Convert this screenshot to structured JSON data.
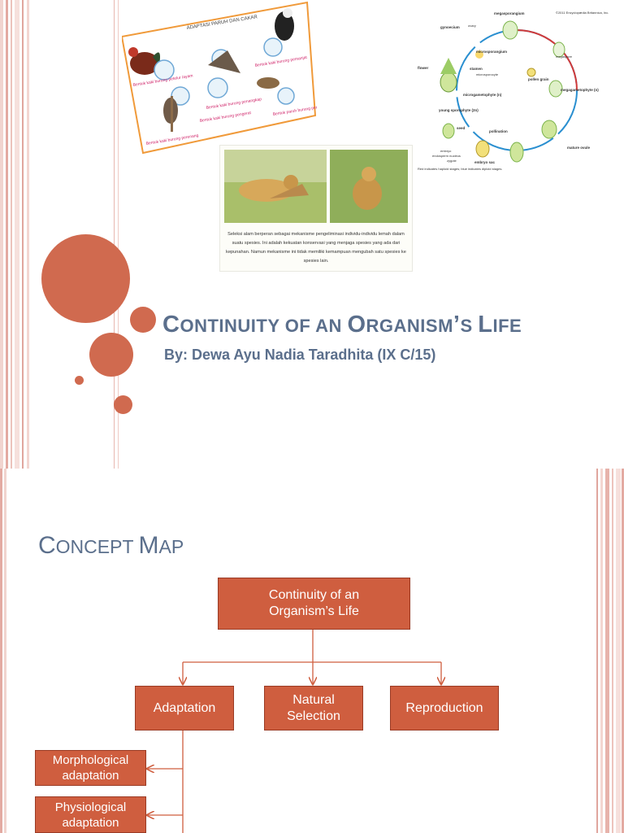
{
  "slide1": {
    "title_parts": [
      "C",
      "ONTINUITY OF AN ",
      "O",
      "RGANISM",
      "’",
      "S ",
      "L",
      "IFE"
    ],
    "subtitle": "By: Dewa Ayu Nadia Taradhita (IX C/15)",
    "bird_image": {
      "heading": "ADAPTASI PARUH DAN CAKAR",
      "captions": [
        "Bentuk kaki burung petelur /ayam",
        "Bentuk kaki burung penangkap",
        "Bentuk kaki burung pemanjat",
        "Bentuk kaki burung perenang",
        "Bentuk paruh burung pemakan",
        "Bentuk kaki burung pengerat"
      ]
    },
    "cheetah_caption": "Seleksi alam berperan sebagai mekanisme pengeliminasi individu-individu lemah dalam suatu spesies. Ini adalah kekuatan konservasi yang menjaga spesies yang ada dari kepunahan. Namun mekanisme ini tidak memiliki kemampuan mengubah satu spesies ke spesies lain.",
    "lifecycle": {
      "copyright": "©2011 Encyclopædia Britannica, Inc.",
      "labels": [
        "megasporangium",
        "gynoecium",
        "ovary",
        "stamen",
        "microsporangium",
        "microsporocyte",
        "megaspore",
        "megagametophyte (n)",
        "microgametophyte (n)",
        "pollen grain",
        "flower",
        "young sporophyte (2n)",
        "seed",
        "embryo",
        "endosperm nucleus",
        "zygote",
        "embryo sac",
        "pollination",
        "mature ovule"
      ],
      "footnote": "Red indicates haploid stages; blue indicates diploid stages."
    }
  },
  "slide2": {
    "title_parts": [
      "C",
      "ONCEPT ",
      "M",
      "AP"
    ],
    "root": [
      "Continuity of an",
      "Organism’s Life"
    ],
    "children": [
      "Adaptation",
      [
        "Natural",
        "Selection"
      ],
      "Reproduction"
    ],
    "adaptation_items": [
      [
        "Morphological",
        "adaptation"
      ],
      [
        "Physiological",
        "adaptation"
      ]
    ]
  },
  "colors": {
    "accent": "#d06a4f",
    "box": "#cf5e3f",
    "title": "#5b6f8c",
    "stripe_dark": "#e1a8a0",
    "stripe_light": "#f3d8d3"
  }
}
